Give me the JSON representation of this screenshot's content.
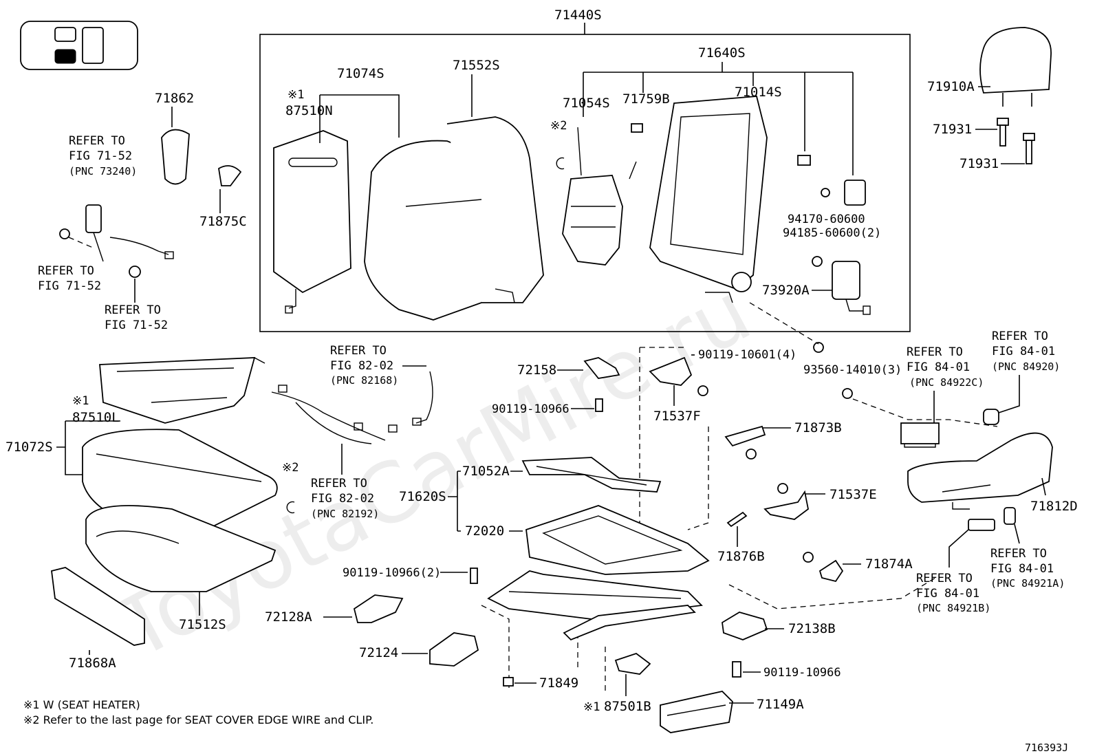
{
  "diagram": {
    "watermark": "ToyotaCarMire.ru",
    "figure_code": "716393J",
    "notes": [
      "※1 W (SEAT HEATER)",
      "※2 Refer to the last page for SEAT COVER EDGE WIRE and CLIP."
    ],
    "labels": {
      "p71440S": "71440S",
      "p71074S": "71074S",
      "p71552S": "71552S",
      "p71640S": "71640S",
      "p71054S": "71054S",
      "p71759B": "71759B",
      "p71014S": "71014S",
      "mark1a": "※1",
      "p87510N": "87510N",
      "mark2a": "※2",
      "p71862": "71862",
      "p71875C": "71875C",
      "ref1a": "REFER TO",
      "ref1b": "FIG 71-52",
      "ref1c": "(PNC 73240)",
      "ref2a": "REFER TO",
      "ref2b": "FIG 71-52",
      "ref3a": "REFER TO",
      "ref3b": "FIG 71-52",
      "p71910A": "71910A",
      "p71931a": "71931",
      "p71931b": "71931",
      "p94170": "94170-60600",
      "p94185": "94185-60600(2)",
      "p73920A": "73920A",
      "ref4a": "REFER TO",
      "ref4b": "FIG 82-02",
      "ref4c": "(PNC 82168)",
      "ref5a": "REFER TO",
      "ref5b": "FIG 82-02",
      "ref5c": "(PNC 82192)",
      "p72158": "72158",
      "p90119a": "90119-10966",
      "p90119_10601": "90119-10601(4)",
      "p71537F": "71537F",
      "p93560": "93560-14010(3)",
      "ref6a": "REFER TO",
      "ref6b": "FIG 84-01",
      "ref6c": "(PNC 84922C)",
      "ref7a": "REFER TO",
      "ref7b": "FIG 84-01",
      "ref7c": "(PNC 84920)",
      "mark1b": "※1",
      "p87510L": "87510L",
      "p71072S": "71072S",
      "mark2b": "※2",
      "p71873B": "71873B",
      "p71052A": "71052A",
      "p71620S": "71620S",
      "p72020": "72020",
      "p71537E": "71537E",
      "p71812D": "71812D",
      "p71876B": "71876B",
      "p71874A": "71874A",
      "ref8a": "REFER TO",
      "ref8b": "FIG 84-01",
      "ref8c": "(PNC 84921A)",
      "ref9a": "REFER TO",
      "ref9b": "FIG 84-01",
      "ref9c": "(PNC 84921B)",
      "p90119b": "90119-10966(2)",
      "p72128A": "72128A",
      "p71512S": "71512S",
      "p72138B": "72138B",
      "p71868A": "71868A",
      "p72124": "72124",
      "p71849": "71849",
      "p90119c": "90119-10966",
      "mark1c": "※1",
      "p87501B": "87501B",
      "p71149A": "71149A"
    }
  }
}
